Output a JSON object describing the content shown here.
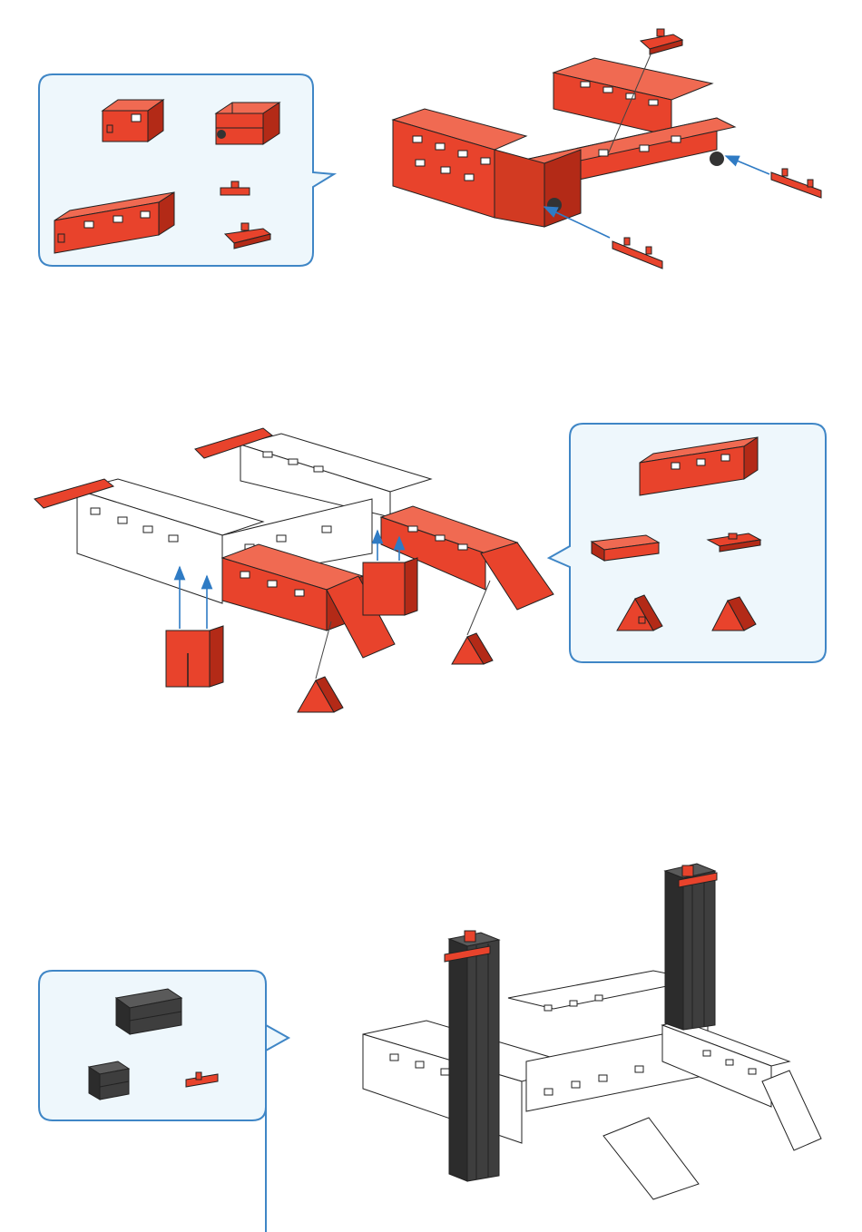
{
  "steps": [
    {
      "parts_callout": [
        "red-building-block-15",
        "red-building-block-30-grooved",
        "red-building-block-45",
        "red-connector-small",
        "red-angle-plate"
      ],
      "assembly": "red-base-frame-with-two-connectors"
    },
    {
      "parts_callout": [
        "red-building-block-45",
        "red-building-plate-15x30",
        "red-building-plate-15x15",
        "red-angle-block-a",
        "red-angle-block-b"
      ],
      "assembly": "frame-with-ramps-and-angle-blocks"
    },
    {
      "parts_callout": [
        "black-building-block-30",
        "black-building-block-15",
        "red-connector-small"
      ],
      "assembly": "frame-with-two-black-towers"
    }
  ],
  "colors": {
    "part_red": "#e8432c",
    "part_red_dark": "#b32a17",
    "part_black": "#3e3e3e",
    "part_white": "#ffffff",
    "callout_fill": "#eef7fc",
    "callout_border": "#3f86c6",
    "arrow_blue": "#2f7bc4"
  }
}
